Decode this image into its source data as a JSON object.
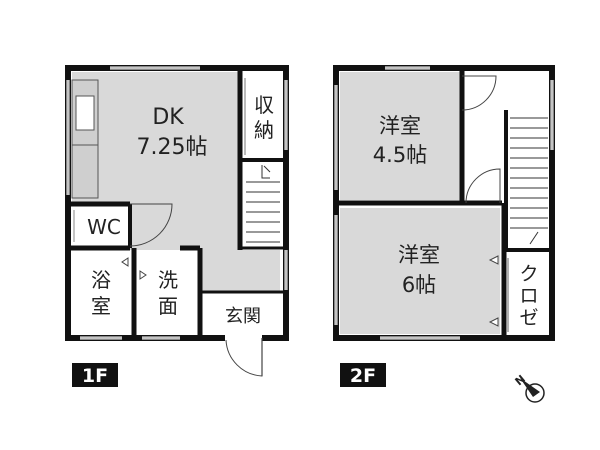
{
  "floors": {
    "first": {
      "badge": "1F",
      "rooms": {
        "dk": {
          "name": "DK",
          "size": "7.25帖"
        },
        "storage": {
          "line1": "収",
          "line2": "納"
        },
        "wc": {
          "name": "WC"
        },
        "bath": {
          "line1": "浴",
          "line2": "室"
        },
        "washroom": {
          "line1": "洗",
          "line2": "面"
        },
        "entrance": {
          "name": "玄関"
        }
      }
    },
    "second": {
      "badge": "2F",
      "rooms": {
        "western_small": {
          "name": "洋室",
          "size": "4.5帖"
        },
        "western_large": {
          "name": "洋室",
          "size": "6帖"
        },
        "closet": {
          "line1": "ク",
          "line2": "ロ",
          "line3": "ゼ"
        }
      }
    }
  },
  "compass": {
    "label": "N"
  },
  "colors": {
    "room_fill": "#d9d9d9",
    "wall": "#111111",
    "badge_bg": "#111111",
    "badge_text": "#ffffff"
  }
}
